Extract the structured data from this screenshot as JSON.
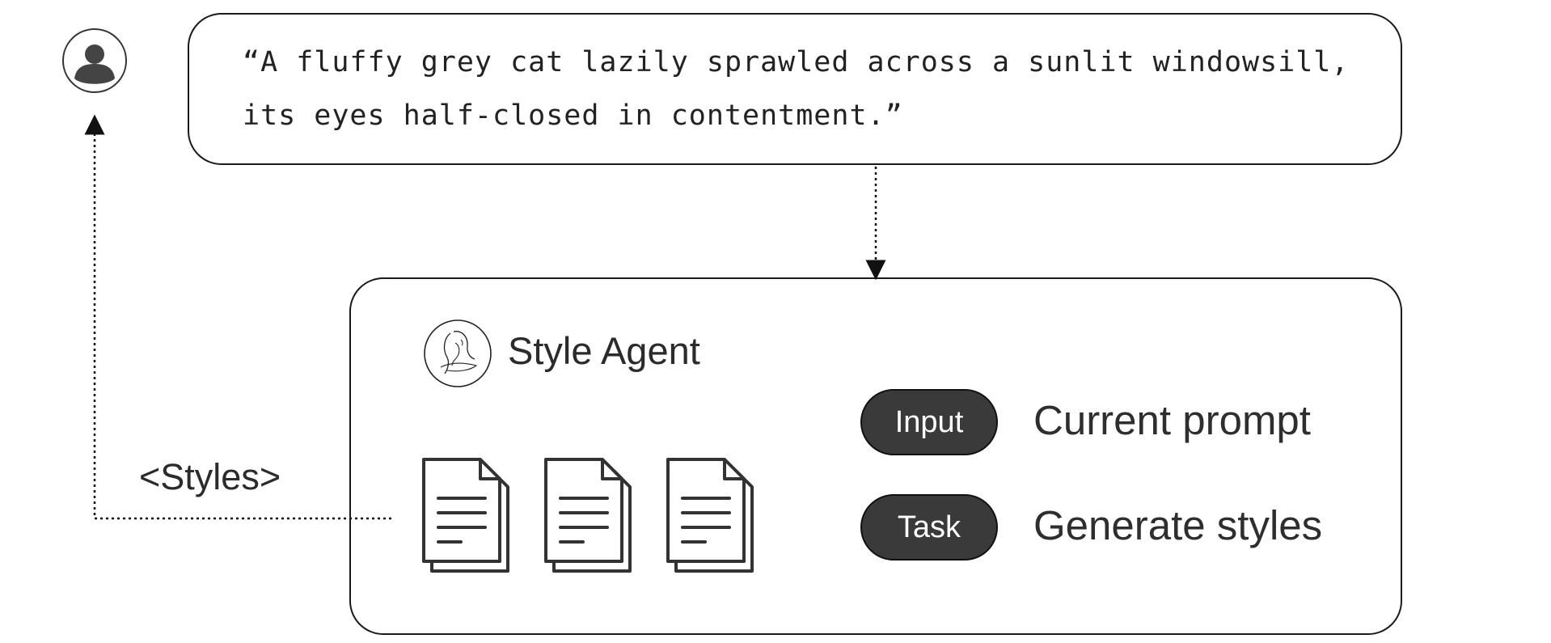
{
  "prompt": {
    "text": "“A fluffy grey cat lazily sprawled across a sunlit windowsill, its eyes half-closed in contentment.”"
  },
  "agent": {
    "title": "Style Agent",
    "logo_icon": "woman-portrait-logo-icon",
    "documents": [
      {
        "icon": "document-stack-icon"
      },
      {
        "icon": "document-stack-icon"
      },
      {
        "icon": "document-stack-icon"
      }
    ],
    "specs": [
      {
        "badge": "Input",
        "value": "Current prompt"
      },
      {
        "badge": "Task",
        "value": "Generate styles"
      }
    ]
  },
  "output_label": "<Styles>",
  "user": {
    "icon": "user-avatar-icon"
  },
  "colors": {
    "stroke": "#1a1a1a",
    "badge_fill": "#3a3a3a",
    "badge_text": "#ffffff",
    "text": "#2b2b2b"
  }
}
